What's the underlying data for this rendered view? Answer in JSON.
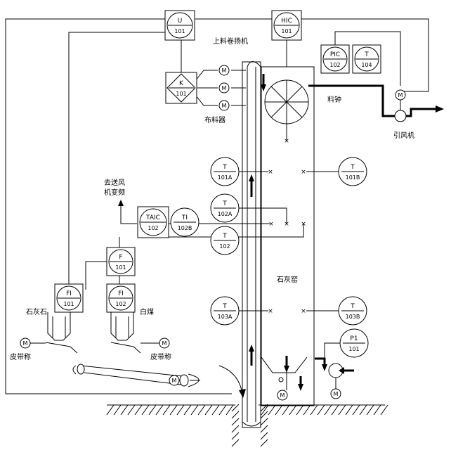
{
  "instruments": [
    {
      "name": "inst-u-101",
      "top": "U",
      "bottom": "101",
      "kind": "square"
    },
    {
      "name": "inst-hic-101",
      "top": "HIC",
      "bottom": "101",
      "kind": "square"
    },
    {
      "name": "inst-k-101",
      "top": "K",
      "bottom": "101",
      "kind": "diamond"
    },
    {
      "name": "inst-pic-102",
      "top": "PIC",
      "bottom": "102",
      "kind": "square"
    },
    {
      "name": "inst-t-104",
      "top": "T",
      "bottom": "104",
      "kind": "square"
    },
    {
      "name": "inst-t-101a",
      "top": "T",
      "bottom": "101A",
      "kind": "circle"
    },
    {
      "name": "inst-t-101b",
      "top": "T",
      "bottom": "101B",
      "kind": "circle"
    },
    {
      "name": "inst-t-102a",
      "top": "T",
      "bottom": "102A",
      "kind": "circle"
    },
    {
      "name": "inst-taic-102",
      "top": "TAIC",
      "bottom": "102",
      "kind": "square"
    },
    {
      "name": "inst-ti-102b",
      "top": "TI",
      "bottom": "102B",
      "kind": "circle"
    },
    {
      "name": "inst-t-102",
      "top": "T",
      "bottom": "102",
      "kind": "circle"
    },
    {
      "name": "inst-f-101",
      "top": "F",
      "bottom": "101",
      "kind": "square"
    },
    {
      "name": "inst-fi-101",
      "top": "FI",
      "bottom": "101",
      "kind": "square"
    },
    {
      "name": "inst-fi-102",
      "top": "FI",
      "bottom": "102",
      "kind": "square"
    },
    {
      "name": "inst-t-103a",
      "top": "T",
      "bottom": "103A",
      "kind": "circle"
    },
    {
      "name": "inst-t-103b",
      "top": "T",
      "bottom": "103B",
      "kind": "circle"
    },
    {
      "name": "inst-p1-101",
      "top": "P1",
      "bottom": "101",
      "kind": "circle"
    }
  ],
  "labels": {
    "hoist": "上料卷扬机",
    "distributor": "布料器",
    "bell": "料钟",
    "fan": "引风机",
    "fan_vfd": "去送风机变频",
    "fan_vfd_1": "去送风",
    "fan_vfd_2": "机变频",
    "kiln": "石灰窑",
    "limestone": "石灰石",
    "coal": "白煤",
    "belt_scale_1": "皮带称",
    "belt_scale_2": "皮带称"
  },
  "motor_label": "M",
  "x_mark": "×"
}
